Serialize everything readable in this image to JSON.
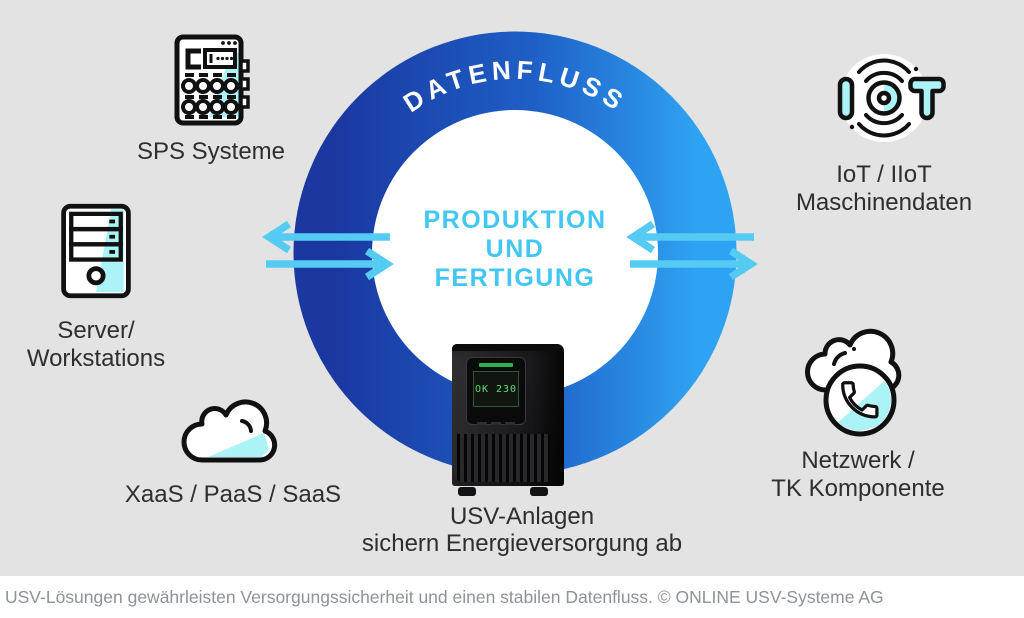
{
  "ring": {
    "label": "DATENFLUSS",
    "center_line1": "PRODUKTION",
    "center_line2": "UND",
    "center_line3": "FERTIGUNG"
  },
  "nodes": {
    "sps": {
      "label": "SPS Systeme"
    },
    "server": {
      "line1": "Server/",
      "line2": "Workstations"
    },
    "xaas": {
      "label": "XaaS / PaaS / SaaS"
    },
    "iot": {
      "line1": "IoT / IIoT",
      "line2": "Maschinendaten"
    },
    "netzwerk": {
      "line1": "Netzwerk /",
      "line2": "TK Komponente"
    },
    "usv": {
      "line1": "USV-Anlagen",
      "line2": "sichern Energieversorgung ab",
      "display": "OK 230"
    }
  },
  "footer": {
    "caption": "USV-Lösungen gewährleisten Versorgungssicherheit und einen stabilen Datenfluss. © ONLINE USV-Systeme AG"
  },
  "colors": {
    "background": "#E3E3E3",
    "ring_gradient_start": "#1A38A0",
    "ring_gradient_end": "#2FA3F3",
    "title_cyan": "#41C7F1",
    "arrow_cyan": "#55CBF4",
    "icon_accent_cyan": "#ABF3F6",
    "footer_text": "#8D929B"
  }
}
